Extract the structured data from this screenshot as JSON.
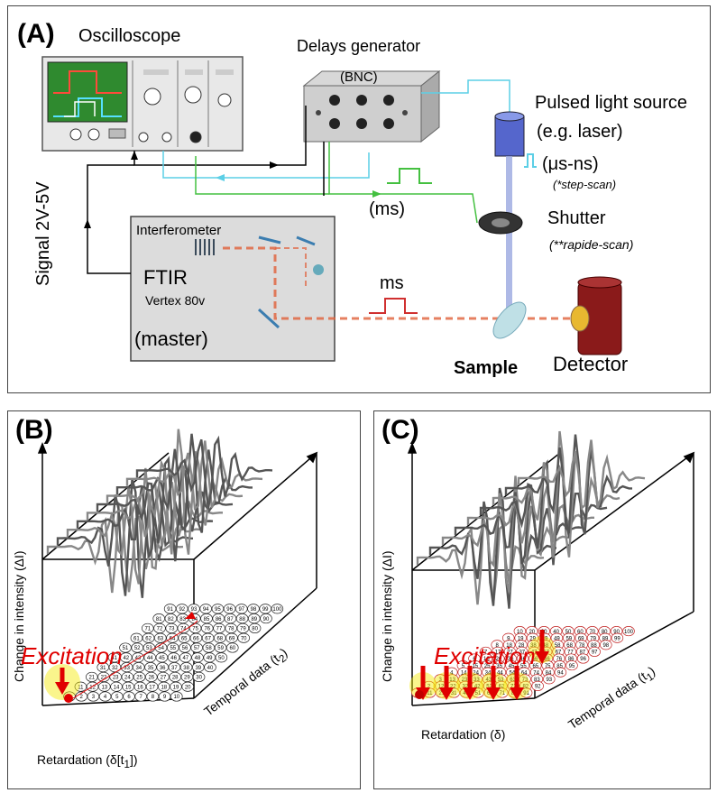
{
  "panel_a": {
    "label": "(A)",
    "oscilloscope": "Oscilloscope",
    "delays_generator": "Delays generator",
    "bnc": "(BNC)",
    "pulsed_light_source": "Pulsed light source",
    "laser_example": "(e.g. laser)",
    "pulse_width": "(μs-ns)",
    "step_scan": "(*step-scan)",
    "ms_pulse_shutter": "(ms)",
    "shutter": "Shutter",
    "rapid_scan": "(**rapide-scan)",
    "interferometer": "Interferometer",
    "ftir": "FTIR",
    "ftir_model": "Vertex 80v",
    "master": "(master)",
    "ms_pulse_ftir": "ms",
    "signal": "Signal 2V-5V",
    "sample": "Sample",
    "detector": "Detector"
  },
  "panel_b": {
    "label": "(B)",
    "y_axis": "Change in intensity (ΔI)",
    "x_axis": "Retardation (δ[t",
    "x_axis_sub": "1",
    "x_axis_end": "])",
    "z_axis": "Temporal data (t",
    "z_axis_sub": "2",
    "z_axis_end": ")",
    "excitation": "Excitation",
    "grid_rows": [
      [
        1,
        2,
        3,
        4,
        5,
        6,
        7,
        8,
        9,
        10
      ],
      [
        11,
        12,
        13,
        14,
        15,
        16,
        17,
        18,
        19,
        20
      ],
      [
        21,
        22,
        23,
        24,
        25,
        26,
        27,
        28,
        29,
        30
      ],
      [
        31,
        32,
        33,
        34,
        35,
        36,
        37,
        38,
        39,
        40
      ],
      [
        41,
        42,
        43,
        44,
        45,
        46,
        47,
        48,
        49,
        50
      ],
      [
        51,
        52,
        53,
        54,
        55,
        56,
        57,
        58,
        59,
        60
      ],
      [
        61,
        62,
        63,
        64,
        65,
        66,
        67,
        68,
        69,
        70
      ],
      [
        71,
        72,
        73,
        74,
        75,
        76,
        77,
        78,
        79,
        80
      ],
      [
        81,
        82,
        83,
        84,
        85,
        86,
        87,
        88,
        89,
        90
      ],
      [
        91,
        92,
        93,
        94,
        95,
        96,
        97,
        98,
        99,
        100
      ]
    ]
  },
  "panel_c": {
    "label": "(C)",
    "y_axis": "Change in intensity (ΔI)",
    "x_axis": "Retardation (δ)",
    "z_axis": "Temporal data (t",
    "z_axis_sub": "1",
    "z_axis_end": ")",
    "excitation": "Excitation",
    "grid_cols": [
      [
        1,
        2,
        3,
        4,
        5,
        6,
        7,
        8,
        9,
        10
      ],
      [
        11,
        12,
        13,
        14,
        15,
        16,
        17,
        18,
        19,
        20
      ],
      [
        21,
        22,
        23,
        24,
        25,
        26,
        27,
        28,
        29,
        30
      ],
      [
        31,
        32,
        33,
        34,
        35,
        36,
        37,
        38,
        39,
        40
      ],
      [
        41,
        42,
        43,
        44,
        45,
        46,
        47,
        48,
        49,
        50
      ],
      [
        51,
        52,
        53,
        54,
        55,
        56,
        57,
        58,
        59,
        60
      ],
      [
        61,
        62,
        63,
        64,
        65,
        66,
        67,
        68,
        69,
        70
      ],
      [
        71,
        72,
        73,
        74,
        75,
        76,
        77,
        78,
        79,
        80
      ],
      [
        81,
        82,
        83,
        84,
        85,
        86,
        87,
        88,
        89,
        90
      ],
      [
        91,
        92,
        93,
        94,
        95,
        96,
        97,
        98,
        99,
        100
      ]
    ]
  },
  "colors": {
    "trigger_cyan": "#5ccfe6",
    "shutter_green": "#44c040",
    "ftir_pulse_red": "#d03030",
    "laser_beam": "#9aa8e0",
    "ir_beam": "#e0603a",
    "excitation_red": "#e00000",
    "highlight_yellow": "#f5e800",
    "ftir_box": "#dcdcdc"
  }
}
